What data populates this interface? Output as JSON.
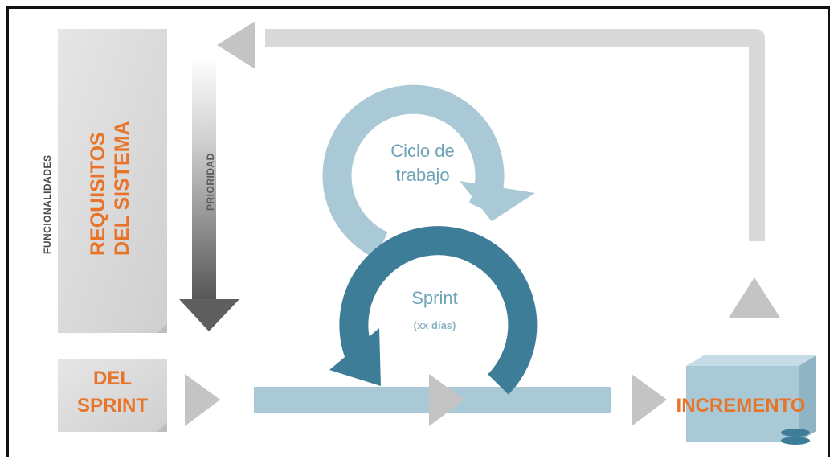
{
  "labels": {
    "funcionalidades": "FUNCIONALIDADES",
    "requisitos_line1": "REQUISITOS",
    "requisitos_line2": "DEL SISTEMA",
    "prioridad": "PRIORIDAD",
    "ciclo_line1": "Ciclo de",
    "ciclo_line2": "trabajo",
    "sprint": "Sprint",
    "sprint_duration": "(xx días)",
    "del_sprint_line1": "DEL",
    "del_sprint_line2": "SPRINT",
    "incremento": "INCREMENTO"
  },
  "colors": {
    "orange": "#e8742a",
    "light_gray": "#d9d9d9",
    "box_gray": "#dcdcdc",
    "light_blue": "#a9c9d6",
    "mid_blue": "#6ea3b8",
    "dark_blue": "#3e7d98",
    "arrow_gray": "#c4c4c4",
    "dark_gray": "#5f5f5f"
  }
}
